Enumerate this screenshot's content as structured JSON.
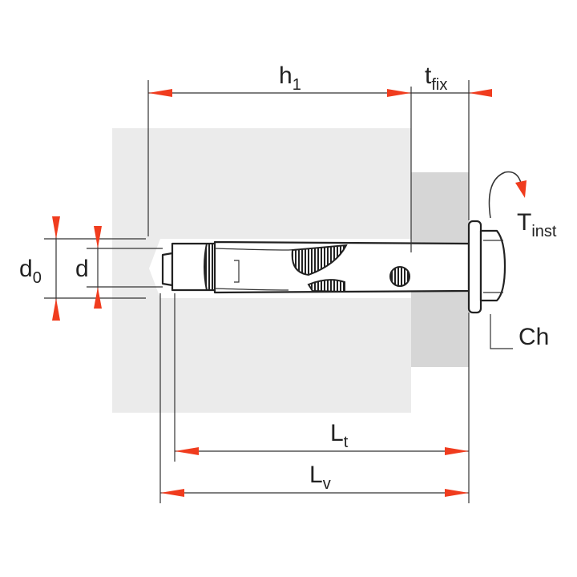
{
  "title": "Anchor bolt installation dimensions",
  "colors": {
    "arrow": "#f03c1e",
    "concrete": "#ebebeb",
    "fixture": "#d6d6d6",
    "line": "#222222"
  },
  "labels": {
    "h1": {
      "main": "h",
      "sub": "1"
    },
    "tfix": {
      "main": "t",
      "sub": "fix"
    },
    "tinst": {
      "main": "T",
      "sub": "inst"
    },
    "ch": "Ch",
    "d0": {
      "main": "d",
      "sub": "0"
    },
    "d": "d",
    "lt": {
      "main": "L",
      "sub": "t"
    },
    "lv": {
      "main": "L",
      "sub": "v"
    }
  }
}
